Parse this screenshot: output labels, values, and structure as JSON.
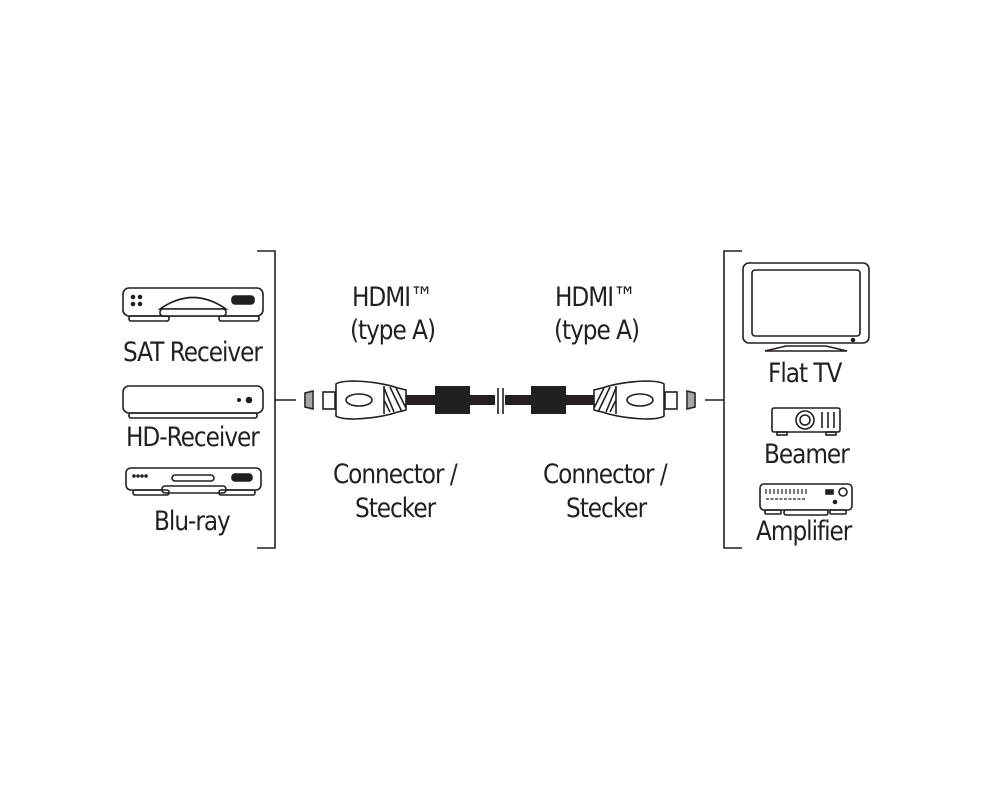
{
  "diagram": {
    "source_devices": [
      {
        "label": "SAT Receiver",
        "icon": "sat-receiver-icon"
      },
      {
        "label": "HD-Receiver",
        "icon": "hd-receiver-icon"
      },
      {
        "label": "Blu-ray",
        "icon": "bluray-player-icon"
      }
    ],
    "target_devices": [
      {
        "label": "Flat TV",
        "icon": "flat-tv-icon"
      },
      {
        "label": "Beamer",
        "icon": "projector-icon"
      },
      {
        "label": "Amplifier",
        "icon": "amplifier-icon"
      }
    ],
    "left_connector": {
      "type_line1": "HDMI™",
      "type_line2": "(type A)",
      "caption_line1": "Connector /",
      "caption_line2": "Stecker"
    },
    "right_connector": {
      "type_line1": "HDMI™",
      "type_line2": "(type A)",
      "caption_line1": "Connector /",
      "caption_line2": "Stecker"
    },
    "colors": {
      "line": "#231f20",
      "background": "#ffffff"
    }
  }
}
